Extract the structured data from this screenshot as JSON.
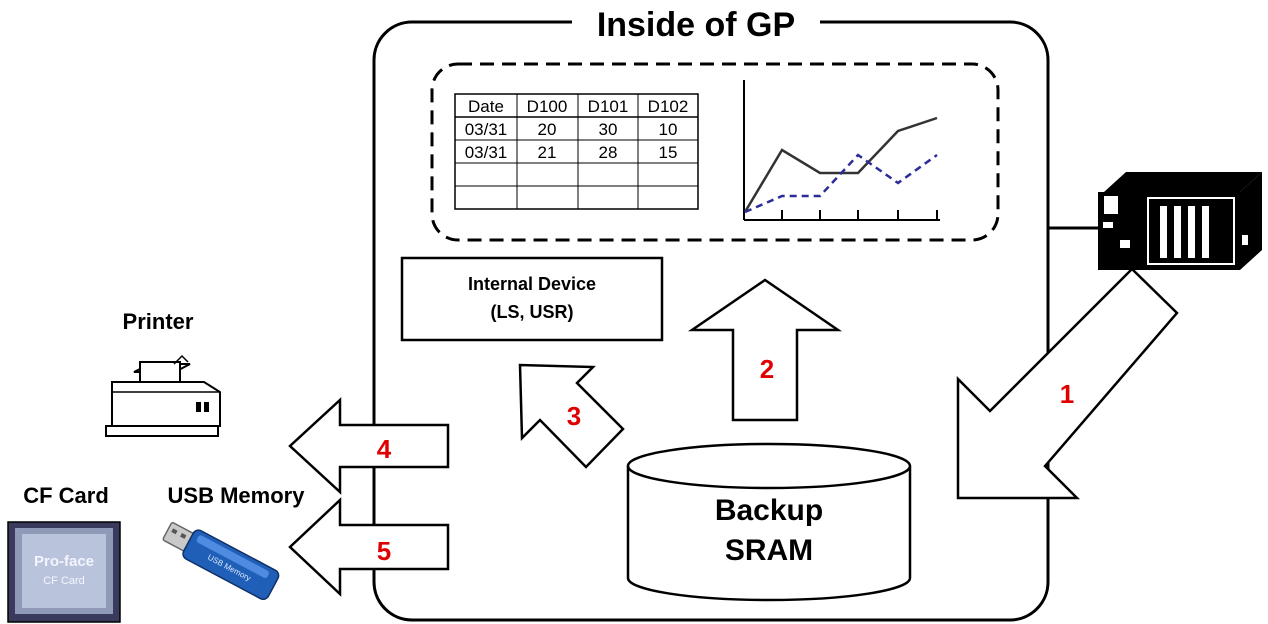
{
  "title": "Inside of GP",
  "internal_device": {
    "line1": "Internal Device",
    "line2": "(LS, USR)"
  },
  "sram": {
    "line1": "Backup",
    "line2": "SRAM"
  },
  "labels": {
    "printer": "Printer",
    "cf_card": "CF Card",
    "usb_memory": "USB Memory"
  },
  "steps": [
    "1",
    "2",
    "3",
    "4",
    "5"
  ],
  "table": {
    "headers": [
      "Date",
      "D100",
      "D101",
      "D102"
    ],
    "rows": [
      [
        "03/31",
        "20",
        "30",
        "10"
      ],
      [
        "03/31",
        "21",
        "28",
        "15"
      ],
      [
        "",
        "",
        "",
        ""
      ],
      [
        "",
        "",
        "",
        ""
      ]
    ]
  },
  "cf_card_print": {
    "brand": "Pro-face",
    "text": "CF Card"
  },
  "usb_print": "USB Memory",
  "colors": {
    "step_number": "#e00000",
    "dashed_series": "#2b2b9a",
    "usb_body": "#1f5fb8"
  }
}
